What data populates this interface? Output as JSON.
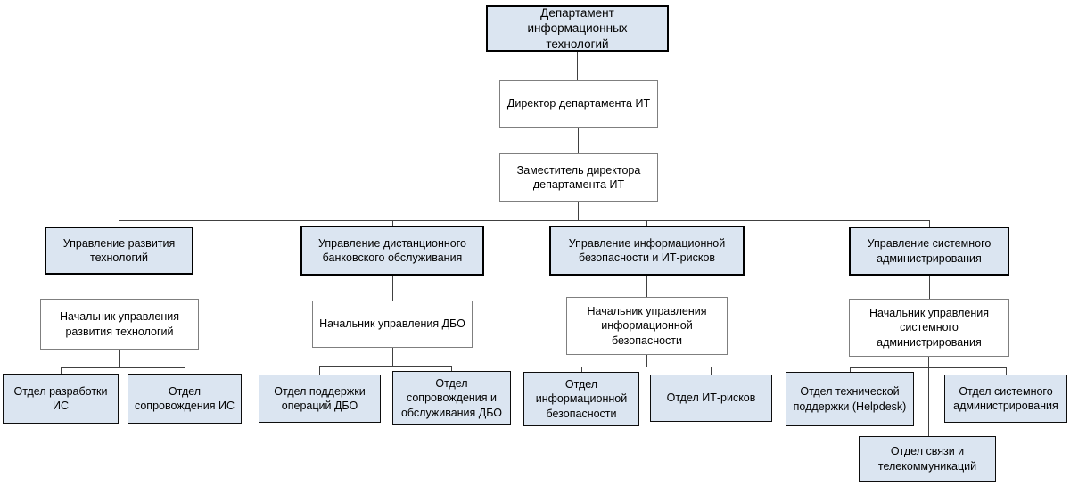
{
  "diagram_type": "org-chart",
  "org": {
    "root": {
      "label": "Департамент информационных технологий"
    },
    "director": {
      "label": "Директор департамента ИТ"
    },
    "deputy": {
      "label": "Заместитель директора департамента ИТ"
    },
    "branches": [
      {
        "unit": "Управление развития технологий",
        "head": "Начальник управления развития технологий",
        "departments": [
          "Отдел разработки ИС",
          "Отдел сопровождения ИС"
        ]
      },
      {
        "unit": "Управление дистанционного банковского обслуживания",
        "head": "Начальник управления ДБО",
        "departments": [
          "Отдел поддержки операций ДБО",
          "Отдел сопровождения и обслуживания ДБО"
        ]
      },
      {
        "unit": "Управление информационной безопасности и ИТ-рисков",
        "head": "Начальник управления информационной безопасности",
        "departments": [
          "Отдел информационной безопасности",
          "Отдел ИТ-рисков"
        ]
      },
      {
        "unit": "Управление системного администрирования",
        "head": "Начальник управления системного администрирования",
        "departments": [
          "Отдел технической поддержки (Helpdesk)",
          "Отдел системного администрирования",
          "Отдел связи и телекоммуникаций"
        ]
      }
    ]
  },
  "colors": {
    "background": "#ffffff",
    "node_fill": "#dbe5f1",
    "strong_border": "#000000",
    "plain_border": "#7f7f7f",
    "connector": "#404040",
    "text": "#000000"
  }
}
